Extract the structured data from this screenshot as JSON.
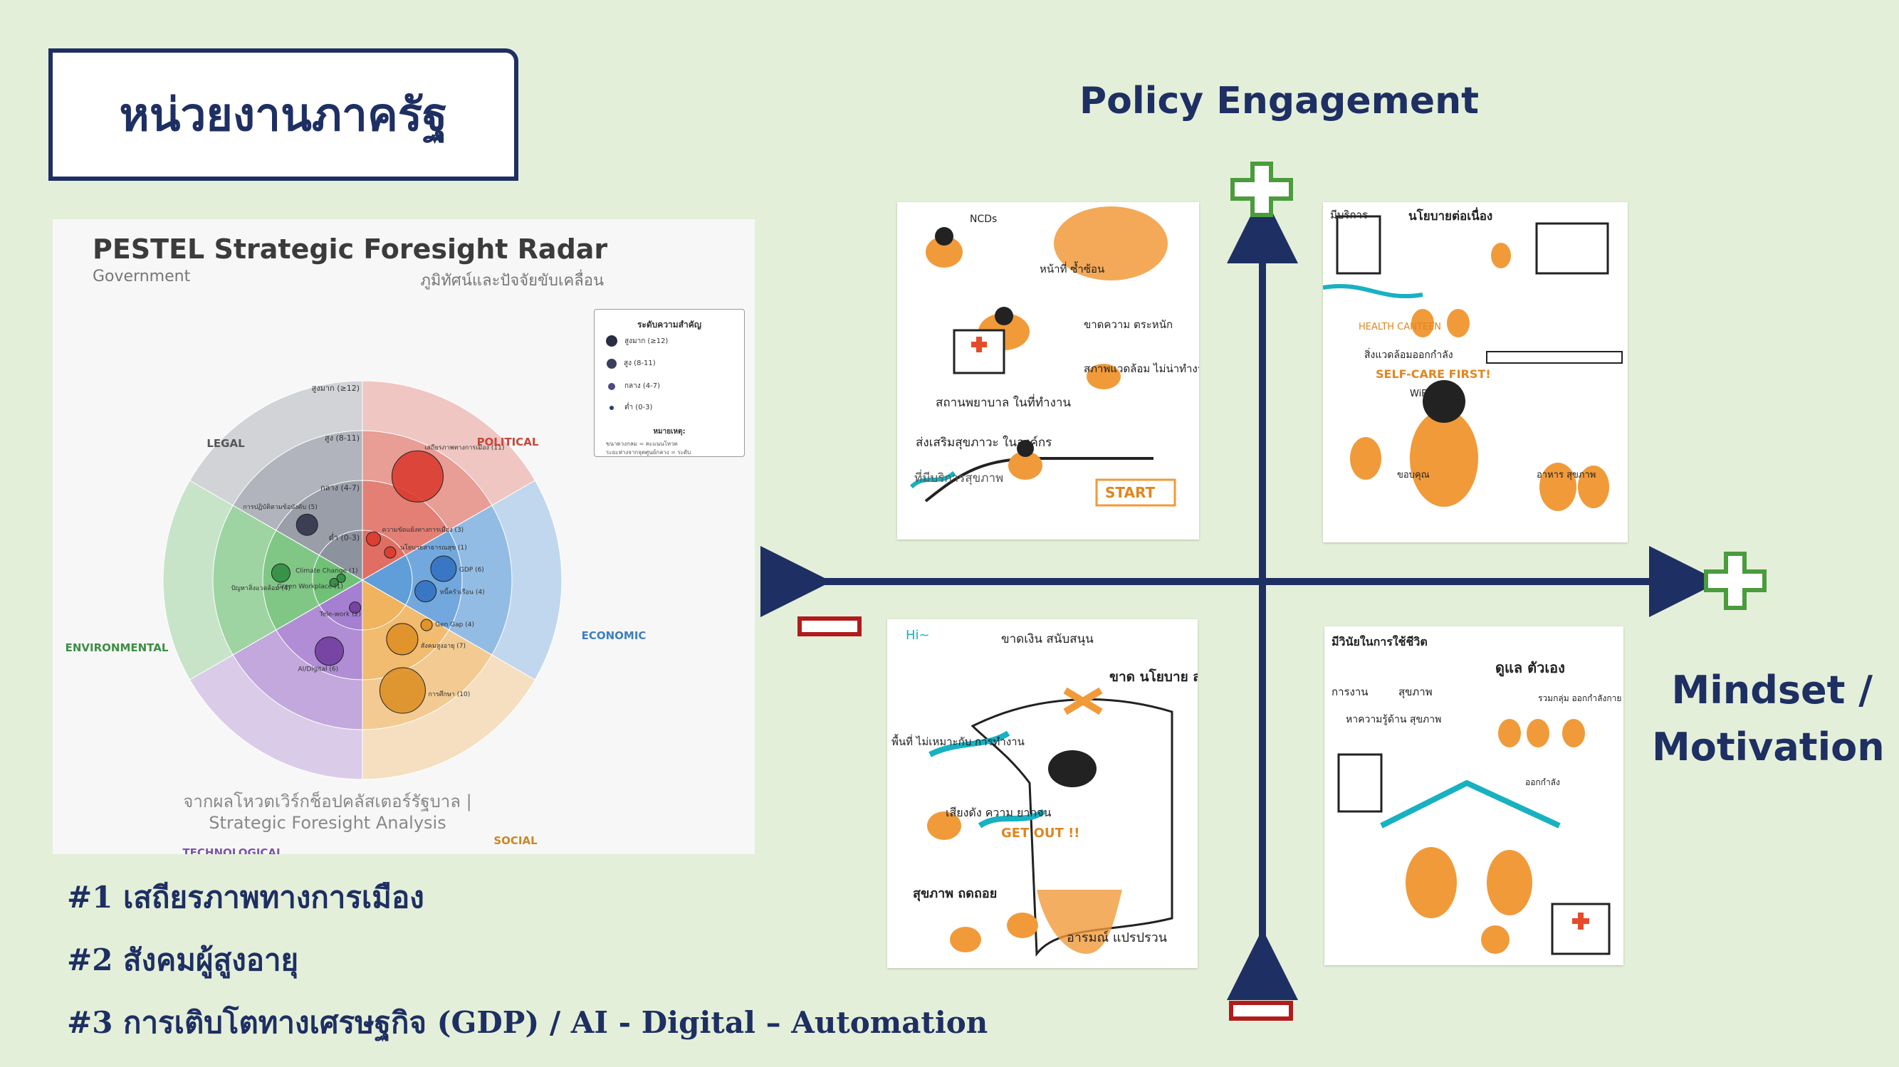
{
  "slide_title": "หน่วยงานภาครัฐ",
  "radar": {
    "title": "PESTEL Strategic Foresight Radar",
    "subtitle_left": "Government",
    "subtitle_right": "ภูมิทัศน์และปัจจัยขับเคลื่อน",
    "sectors": {
      "legal": "LEGAL",
      "political": "POLITICAL",
      "economic": "ECONOMIC",
      "social": "SOCIAL",
      "technological": "TECHNOLOGICAL",
      "environmental": "ENVIRONMENTAL"
    },
    "ring_labels": [
      "สูงมาก (≥12)",
      "สูง (8-11)",
      "กลาง (4-7)",
      "ต่ำ (0-3)"
    ],
    "items": [
      {
        "label": "เสถียรภาพทางการเมือง (11)",
        "sector": "political"
      },
      {
        "label": "ความขัดแย้งทางการเมือง (3)",
        "sector": "political"
      },
      {
        "label": "นโยบายสาธารณสุข (1)",
        "sector": "political"
      },
      {
        "label": "GDP (6)",
        "sector": "economic"
      },
      {
        "label": "หนี้ครัวเรือน (4)",
        "sector": "economic"
      },
      {
        "label": "สังคมสูงอายุ (7)",
        "sector": "social"
      },
      {
        "label": "การศึกษา (10)",
        "sector": "social"
      },
      {
        "label": "Gen Gap (4)",
        "sector": "social"
      },
      {
        "label": "AI/Digital (6)",
        "sector": "technological"
      },
      {
        "label": "Tele-work (2)",
        "sector": "technological"
      },
      {
        "label": "Climate Change (1)",
        "sector": "environmental"
      },
      {
        "label": "Green Workplace (1)",
        "sector": "environmental"
      },
      {
        "label": "ปัญหาสิ่งแวดล้อม (4)",
        "sector": "environmental"
      },
      {
        "label": "การปฏิบัติตามข้อบังคับ (5)",
        "sector": "legal"
      }
    ],
    "legend": {
      "title": "ระดับความสำคัญ",
      "items": [
        "สูงมาก (≥12)",
        "สูง (8-11)",
        "กลาง (4-7)",
        "ต่ำ (0-3)"
      ],
      "note_title": "หมายเหตุ:",
      "notes": [
        "ขนาดวงกลม = คะแนนโหวต",
        "ระยะห่างจากจุดศูนย์กลาง = ระดับ"
      ]
    },
    "footer": [
      "จากผลโหวตเวิร์กช็อปคลัสเตอร์รัฐบาล |",
      "Strategic Foresight Analysis"
    ],
    "colors": {
      "legal": "#8a8f9c",
      "political": "#e06a5f",
      "economic": "#5b9bd9",
      "social": "#f0b15a",
      "technological": "#a37ccf",
      "environmental": "#6cbf73"
    }
  },
  "findings": [
    "#1  เสถียรภาพทางการเมือง",
    "#2  สังคมผู้สูงอายุ",
    "#3  การเติบโตทางเศรษฐกิจ (GDP) / AI - Digital – Automation"
  ],
  "quadrant": {
    "y_axis_label": "Policy Engagement",
    "x_axis_label": "Mindset / Motivation",
    "sketches": {
      "top_left": [
        "NCDs",
        "หน้าที่ ซ้ำซ้อน",
        "ขาดความ ตระหนัก",
        "สภาพแวดล้อม ไม่น่าทำงาน",
        "สถานพยาบาล ในที่ทำงาน",
        "ส่งเสริมสุขภาวะ ในองค์กร",
        "ที่มีบริการสุขภาพ",
        "START"
      ],
      "top_right": [
        "มีบริการ",
        "นโยบายต่อเนื่อง",
        "HEALTH CANTEEN",
        "สิ่งแวดล้อมออกกำลัง",
        "SELF-CARE FIRST!",
        "WiFi",
        "ขอบคุณ",
        "อาหาร สุขภาพ"
      ],
      "bottom_left": [
        "Hi~",
        "ขาดเงิน สนับสนุน",
        "ขาด นโยบาย สุขภาพ",
        "พื้นที่ ไม่เหมาะกับ การทำงาน",
        "เสียงดัง ความ ยากจน",
        "GET OUT !!",
        "สุขภาพ ถดถอย",
        "อารมณ์ แปรปรวน"
      ],
      "bottom_right": [
        "มีวินัยในการใช้ชีวิต",
        "ดูแล ตัวเอง",
        "การงาน",
        "สุขภาพ",
        "หาความรู้ด้าน สุขภาพ",
        "รวมกลุ่ม ออกกำลังกาย",
        "ออกกำลัง"
      ]
    }
  },
  "icons": {
    "plus": "plus-icon",
    "minus": "minus-icon"
  }
}
